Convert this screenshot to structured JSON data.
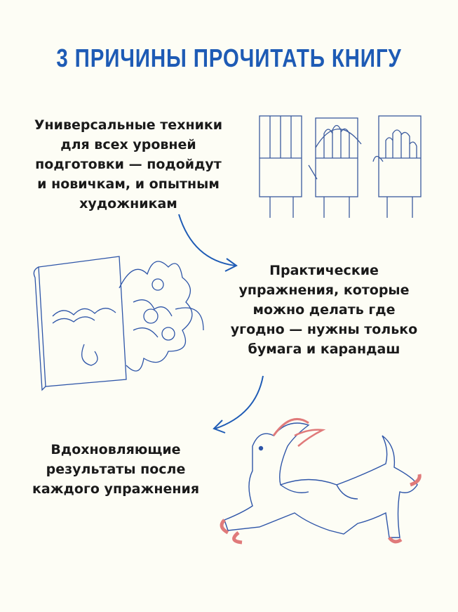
{
  "title": "3 ПРИЧИНЫ ПРОЧИТАТЬ КНИГУ",
  "reasons": [
    {
      "lines": [
        "Универсальные техники",
        "для всех уровней",
        "подготовки — подойдут",
        "и новичкам, и опытным",
        "художникам"
      ]
    },
    {
      "lines": [
        "Практические",
        "упражнения, которые",
        "можно делать где",
        "угодно — нужны только",
        "бумага и карандаш"
      ]
    },
    {
      "lines": [
        "Вдохновляющие",
        "результаты после",
        "каждого упражнения"
      ]
    }
  ],
  "colors": {
    "accent": "#1e5bb5",
    "background": "#fdfdf5",
    "text": "#1a1a1a",
    "sketch": "#2e55a8",
    "pink": "#e07a7a"
  }
}
